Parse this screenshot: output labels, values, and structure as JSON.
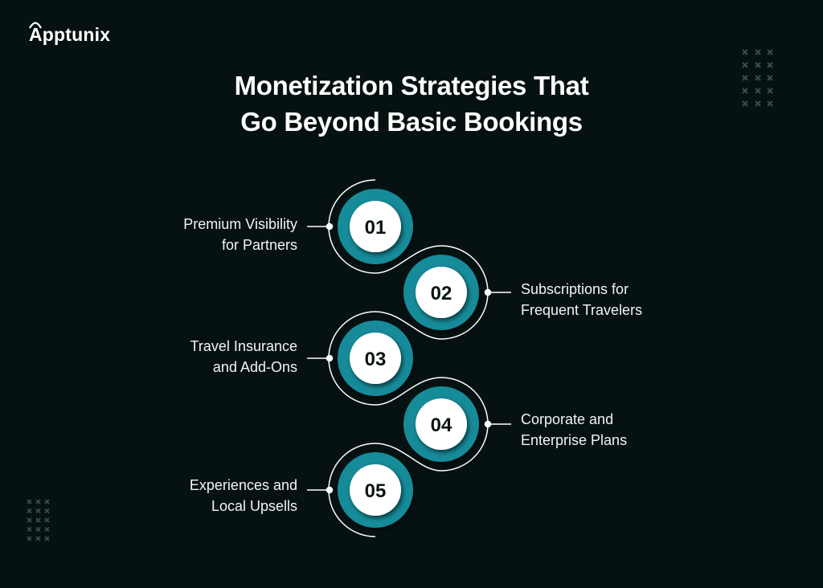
{
  "brand": {
    "logo_text": "Apptunix",
    "logo_icon": "apptunix-arc-icon"
  },
  "title": {
    "line1": "Monetization Strategies That",
    "line2": "Go Beyond Basic Bookings"
  },
  "colors": {
    "background": "#061212",
    "ring": "#168B9A",
    "inner": "#FFFFFF",
    "number": "#0B1414",
    "line": "#FFFFFF",
    "decor": "#3F4B4B"
  },
  "steps": [
    {
      "number": "01",
      "line1": "Premium Visibility",
      "line2": "for Partners",
      "side": "left"
    },
    {
      "number": "02",
      "line1": "Subscriptions for",
      "line2": "Frequent Travelers",
      "side": "right"
    },
    {
      "number": "03",
      "line1": "Travel Insurance",
      "line2": "and Add-Ons",
      "side": "left"
    },
    {
      "number": "04",
      "line1": "Corporate and",
      "line2": "Enterprise Plans",
      "side": "right"
    },
    {
      "number": "05",
      "line1": "Experiences and",
      "line2": "Local Upsells",
      "side": "left"
    }
  ],
  "decorations": {
    "top_right_grid": "x-pattern-icon",
    "bottom_left_grid": "x-pattern-icon"
  }
}
